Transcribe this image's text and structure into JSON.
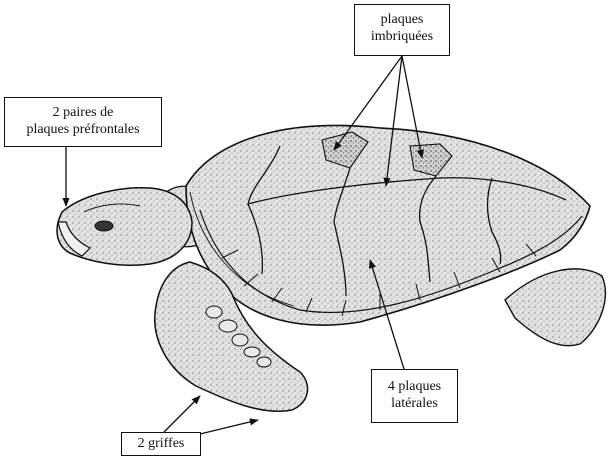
{
  "labels": {
    "imbricated_plates": [
      "plaques",
      "imbriquées"
    ],
    "prefrontal_plates": [
      "2 paires de",
      "plaques préfrontales"
    ],
    "lateral_plates": [
      "4 plaques",
      "latérales"
    ],
    "claws": [
      "2 griffes"
    ]
  },
  "colors": {
    "ink": "#111111",
    "background": "#ffffff",
    "shell_fill": "#d9d9d9",
    "skin_fill": "#e6e6e6"
  }
}
